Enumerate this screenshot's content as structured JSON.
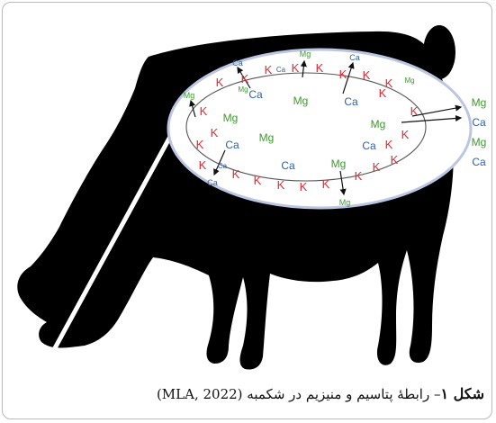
{
  "figure": {
    "ion_colors": {
      "K": "#e8262e",
      "Ca": "#2f5fae",
      "Mg": "#3c9a2d"
    },
    "ions": [
      {
        "label": "Mg",
        "color": "#3c9a2d"
      },
      {
        "label": "Ca",
        "color": "#2f5fae"
      },
      {
        "label": "Ca",
        "color": "#2f5fae"
      },
      {
        "label": "Mg",
        "color": "#3c9a2d"
      },
      {
        "label": "Ca",
        "color": "#2f5fae"
      },
      {
        "label": "Mg",
        "color": "#3c9a2d"
      },
      {
        "label": "Ca",
        "color": "#2f5fae"
      },
      {
        "label": "Mg",
        "color": "#3c9a2d"
      },
      {
        "label": "K",
        "color": "#e8262e"
      },
      {
        "label": "K",
        "color": "#e8262e"
      },
      {
        "label": "K",
        "color": "#e8262e"
      },
      {
        "label": "K",
        "color": "#e8262e"
      },
      {
        "label": "K",
        "color": "#e8262e"
      },
      {
        "label": "K",
        "color": "#e8262e"
      },
      {
        "label": "K",
        "color": "#e8262e"
      },
      {
        "label": "Ca",
        "color": "#2f5fae"
      },
      {
        "label": "Mg",
        "color": "#3c9a2d"
      },
      {
        "label": "Ca",
        "color": "#2f5fae"
      },
      {
        "label": "K",
        "color": "#e8262e"
      },
      {
        "label": "K",
        "color": "#e8262e"
      },
      {
        "label": "K",
        "color": "#e8262e"
      },
      {
        "label": "Mg",
        "color": "#3c9a2d"
      },
      {
        "label": "K",
        "color": "#e8262e"
      },
      {
        "label": "Mg",
        "color": "#3c9a2d"
      },
      {
        "label": "Mg",
        "color": "#3c9a2d"
      },
      {
        "label": "K",
        "color": "#e8262e"
      },
      {
        "label": "K",
        "color": "#e8262e"
      },
      {
        "label": "K",
        "color": "#e8262e"
      },
      {
        "label": "Ca",
        "color": "#2f5fae"
      },
      {
        "label": "Ca",
        "color": "#2f5fae"
      },
      {
        "label": "Ca",
        "color": "#2f5fae"
      },
      {
        "label": "K",
        "color": "#e8262e"
      },
      {
        "label": "K",
        "color": "#e8262e"
      },
      {
        "label": "K",
        "color": "#e8262e"
      },
      {
        "label": "K",
        "color": "#e8262e"
      },
      {
        "label": "K",
        "color": "#e8262e"
      },
      {
        "label": "K",
        "color": "#e8262e"
      },
      {
        "label": "K",
        "color": "#e8262e"
      },
      {
        "label": "Mg",
        "color": "#3c9a2d"
      },
      {
        "label": "K",
        "color": "#e8262e"
      },
      {
        "label": "K",
        "color": "#e8262e"
      },
      {
        "label": "K",
        "color": "#e8262e"
      },
      {
        "label": "Ca",
        "color": "#2f5fae"
      },
      {
        "label": "Mg",
        "color": "#3c9a2d"
      },
      {
        "label": "Mg",
        "color": "#3c9a2d"
      },
      {
        "label": "Ca",
        "color": "#2f5fae"
      },
      {
        "label": "Mg",
        "color": "#3c9a2d"
      },
      {
        "label": "Ca",
        "color": "#2f5fae"
      }
    ]
  },
  "caption": {
    "label": "شکل ۱",
    "text": "– رابطهٔ پتاسیم و منیزیم در شکمبه (MLA, 2022)"
  }
}
